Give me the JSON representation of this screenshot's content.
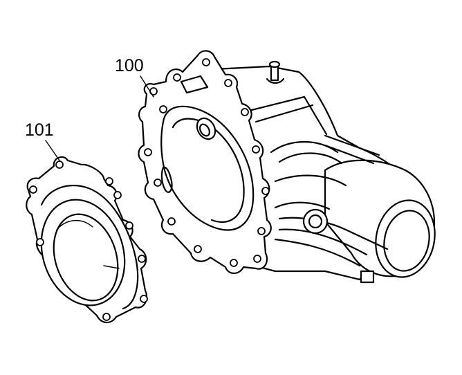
{
  "callouts": [
    {
      "id": "100",
      "label": "100"
    },
    {
      "id": "101",
      "label": "101"
    }
  ],
  "parts": [
    {
      "label": "100",
      "name": "housing-part"
    },
    {
      "label": "101",
      "name": "cover-plate-part"
    }
  ]
}
